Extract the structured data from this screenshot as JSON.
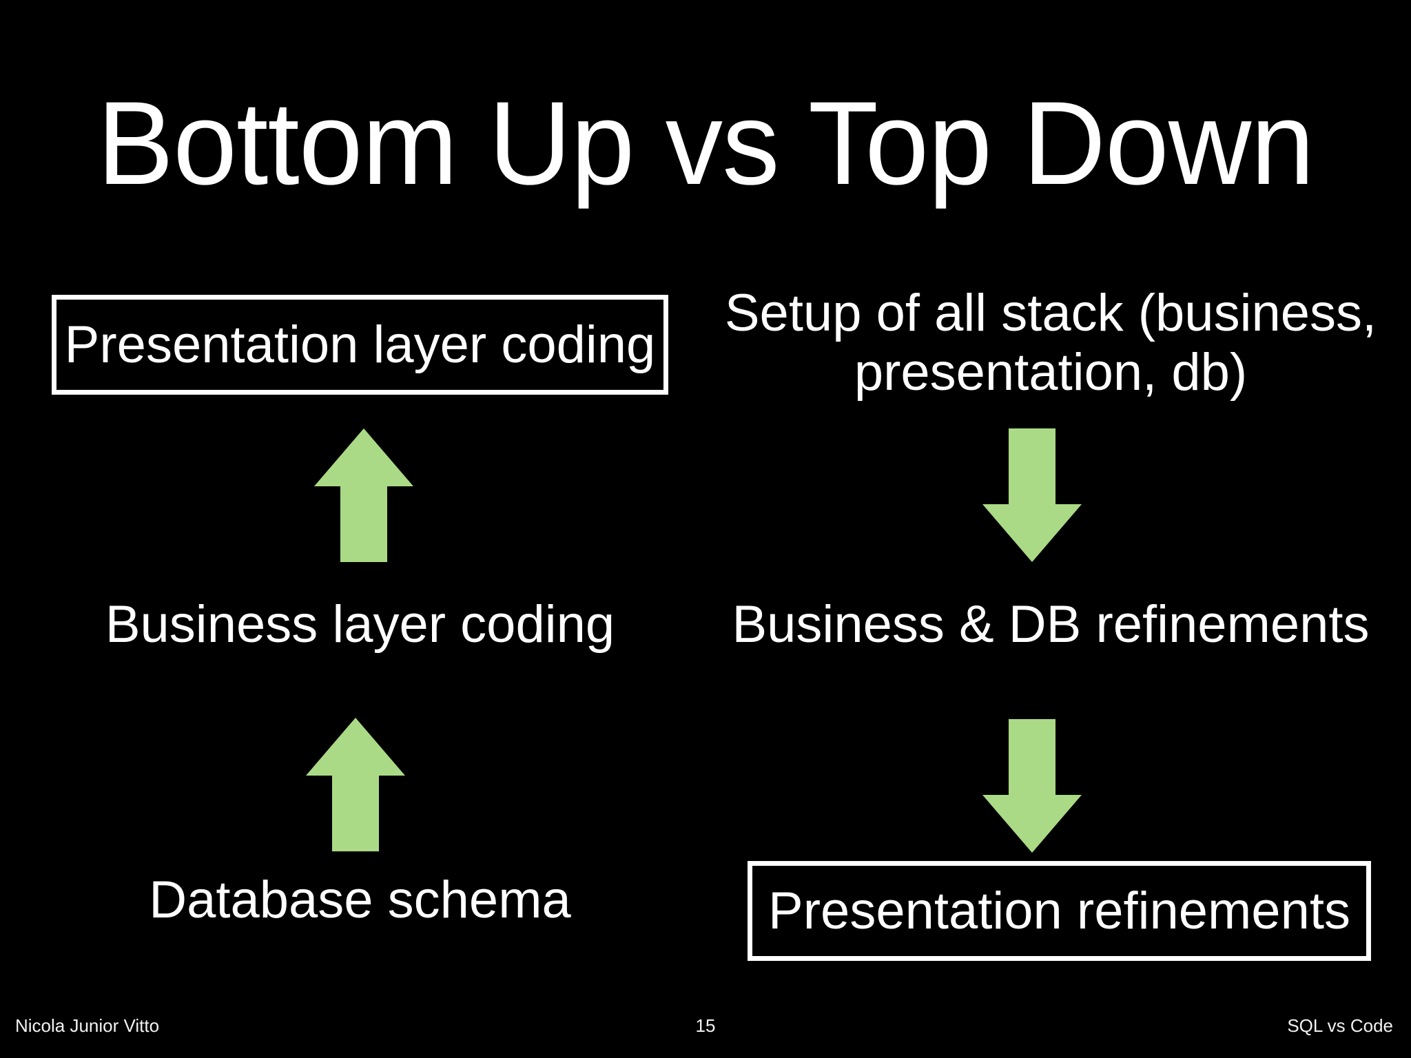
{
  "slide": {
    "title": "Bottom Up vs Top Down",
    "background_color": "#000000",
    "text_color": "#FFFFFF",
    "accent_color": "#ABDA86"
  },
  "columns": {
    "bottom_up": {
      "steps": [
        {
          "label": "Presentation layer coding",
          "boxed": true
        },
        {
          "label": "Business layer coding",
          "boxed": false
        },
        {
          "label": "Database schema",
          "boxed": false
        }
      ],
      "arrows": [
        {
          "direction": "up",
          "icon": "arrow-up-icon"
        },
        {
          "direction": "up",
          "icon": "arrow-up-icon"
        }
      ]
    },
    "top_down": {
      "steps": [
        {
          "label": "Setup of all stack (business, presentation, db)",
          "boxed": false
        },
        {
          "label": "Business & DB refinements",
          "boxed": false
        },
        {
          "label": "Presentation refinements",
          "boxed": true
        }
      ],
      "arrows": [
        {
          "direction": "down",
          "icon": "arrow-down-icon"
        },
        {
          "direction": "down",
          "icon": "arrow-down-icon"
        }
      ]
    }
  },
  "footer": {
    "author": "Nicola Junior Vitto",
    "page_number": "15",
    "deck_title": "SQL vs Code"
  }
}
